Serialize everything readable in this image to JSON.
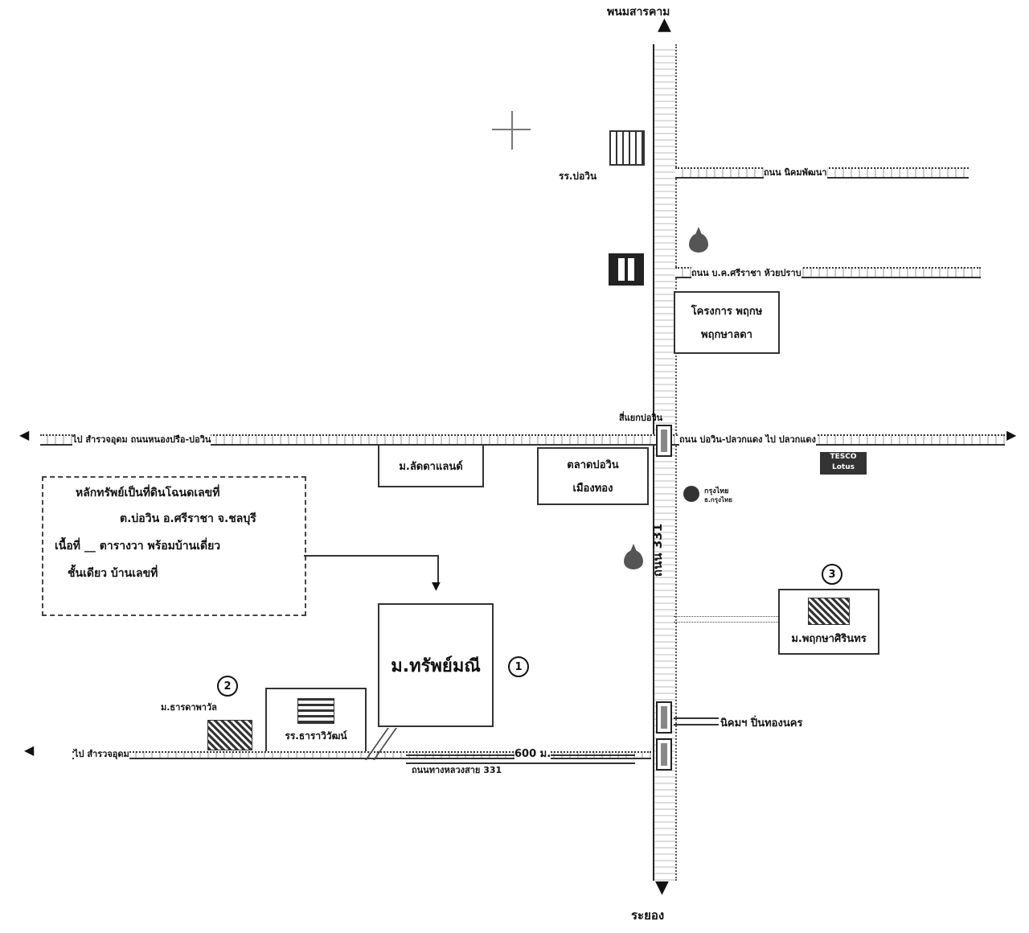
{
  "directions": {
    "north": "พนมสารคาม",
    "south": "ระยอง"
  },
  "roads": {
    "main_vertical": "ถนน 331",
    "upper_side_road": "ถนน นิคมพัฒนา",
    "second_side_road": "ถนน บ.ค.ศรีราชา ห้วยปราบ",
    "cross_road_west": "ไป สำรวจอุดม ถนนหนองปรือ-บ่อวิน",
    "cross_road_east": "ถนน บ่อวิน-ปลวกแดง ไป ปลวกแดง",
    "intersection": "สี่แยกบ่อวิน",
    "lower_road_west": "ไป สำรวจอุดม",
    "lower_road_label": "ถนนทางหลวงสาย 331",
    "distance": "600 ม."
  },
  "landmarks": {
    "school_top": "รร.บ่อวิน",
    "project_box": [
      "โครงการ พฤกษ",
      "พฤกษาลดา"
    ],
    "village_lachat": "ม.ลัดดาแลนด์",
    "market": [
      "ตลาดบ่อวิน",
      "เมืองทอง"
    ],
    "bank_label": "กรุงไทย",
    "bank_sub": "ธ.กรุงไทย",
    "tesco": [
      "TESCO",
      "Lotus"
    ],
    "subject_village": "ม.ทรัพย์มณี",
    "village_3": "ม.พฤกษาศิรินทร",
    "village_2": "ม.ธารดาพาวัล",
    "school_bottom": "รร.ธาราวิวัฒน์",
    "industrial_estate": "นิคมฯ ปิ่นทองนคร"
  },
  "markers": {
    "m1": "1",
    "m2": "2",
    "m3": "3"
  },
  "info_box": {
    "lines": [
      "หลักทรัพย์เป็นที่ดินโฉนดเลขที่",
      "ต.บ่อวิน อ.ศรีราชา จ.ชลบุรี",
      "เนื้อที่ __ ตารางวา พร้อมบ้านเดี่ยว",
      "ชั้นเดียว บ้านเลขที่"
    ]
  }
}
